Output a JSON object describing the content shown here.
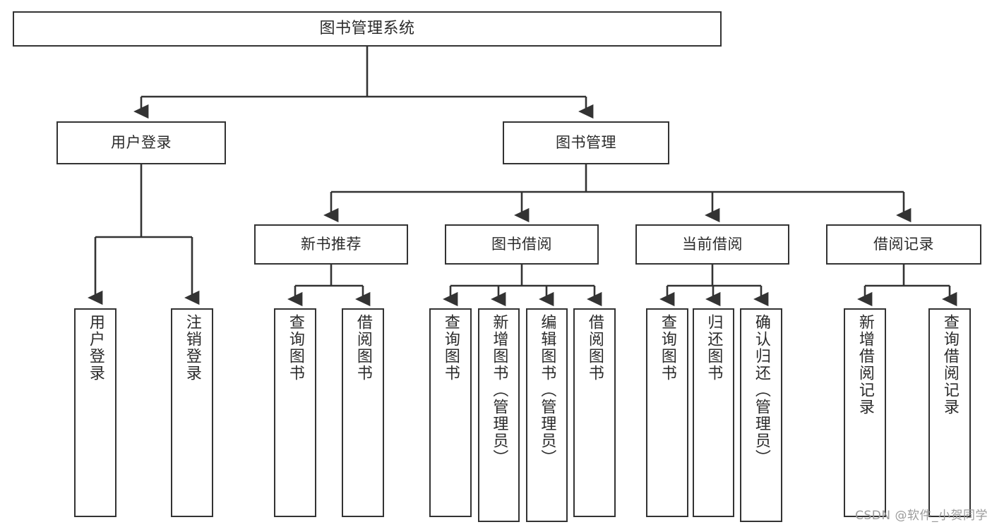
{
  "diagram": {
    "title": "图书管理系统",
    "type": "hierarchy-tree",
    "watermark": "CSDN @软件_小贺同学",
    "colors": {
      "stroke": "#333333",
      "text": "#2b2b2b",
      "background": "#ffffff",
      "watermark": "#9b9b9b"
    }
  },
  "nodes": {
    "root": {
      "label": "图书管理系统"
    },
    "level2": [
      {
        "id": "user-login",
        "label": "用户登录"
      },
      {
        "id": "book-manage",
        "label": "图书管理"
      }
    ],
    "level3": [
      {
        "id": "new-book-recommend",
        "label": "新书推荐"
      },
      {
        "id": "book-borrow",
        "label": "图书借阅"
      },
      {
        "id": "current-borrow",
        "label": "当前借阅"
      },
      {
        "id": "borrow-record",
        "label": "借阅记录"
      }
    ],
    "leaves": {
      "user_login": [
        {
          "id": "leaf-user-login",
          "label": "用户登录"
        },
        {
          "id": "leaf-logout-login",
          "label": "注销登录"
        }
      ],
      "new_book_recommend": [
        {
          "id": "leaf-query-book-1",
          "label": "查询图书"
        },
        {
          "id": "leaf-borrow-book-1",
          "label": "借阅图书"
        }
      ],
      "book_borrow": [
        {
          "id": "leaf-query-book-2",
          "label": "查询图书"
        },
        {
          "id": "leaf-add-book-admin",
          "label": "新增图书（管理员）"
        },
        {
          "id": "leaf-edit-book-admin",
          "label": "编辑图书（管理员）"
        },
        {
          "id": "leaf-borrow-book-2",
          "label": "借阅图书"
        }
      ],
      "current_borrow": [
        {
          "id": "leaf-query-book-3",
          "label": "查询图书"
        },
        {
          "id": "leaf-return-book",
          "label": "归还图书"
        },
        {
          "id": "leaf-confirm-return-admin",
          "label": "确认归还（管理员）"
        }
      ],
      "borrow_record": [
        {
          "id": "leaf-add-borrow-record",
          "label": "新增借阅记录"
        },
        {
          "id": "leaf-query-borrow-record",
          "label": "查询借阅记录"
        }
      ]
    }
  }
}
